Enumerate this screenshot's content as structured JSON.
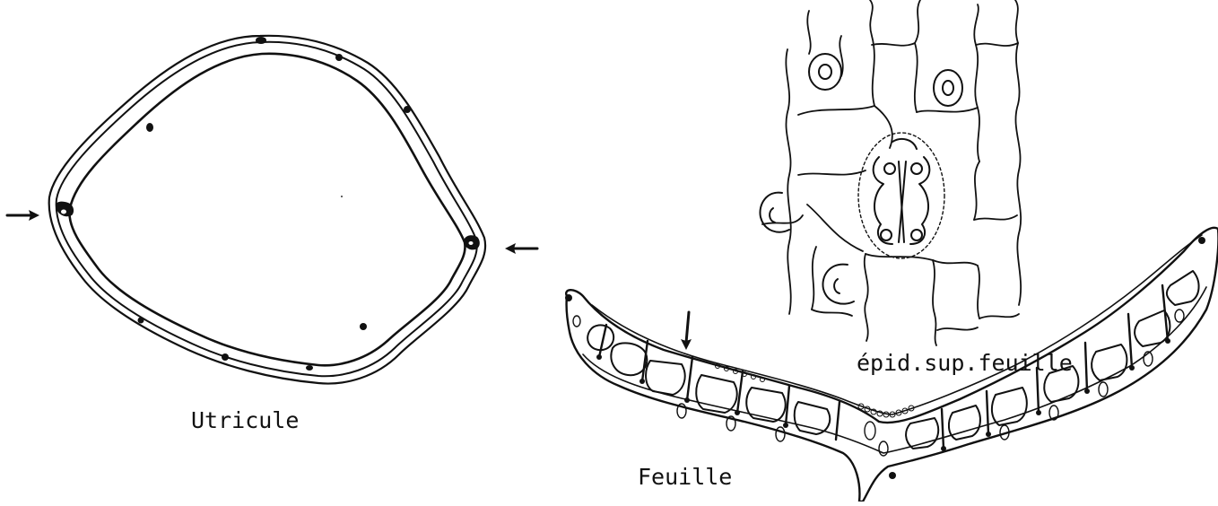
{
  "labels": {
    "utricule": "Utricule",
    "epidermis": "épid.sup.feuille",
    "leaf": "Feuille"
  },
  "colors": {
    "ink": "#111111",
    "background": "#ffffff"
  }
}
